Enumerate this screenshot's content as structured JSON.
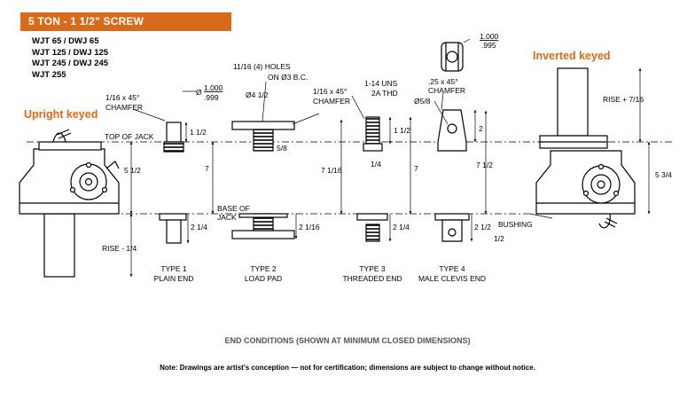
{
  "header": {
    "title": "5 TON - 1 1/2\" SCREW"
  },
  "models": [
    "WJT 65 / DWJ 65",
    "WJT 125 / DWJ 125",
    "WJT 245 / DWJ 245",
    "WJT 255"
  ],
  "labels": {
    "upright_keyed": "Upright keyed",
    "inverted_keyed": "Inverted keyed",
    "top_of_jack": "TOP OF JACK",
    "base_of_jack_1": "BASE OF",
    "base_of_jack_2": "JACK",
    "bushing": "BUSHING",
    "rise_minus": "RISE - 1/4",
    "rise_plus": "RISE + 7/16",
    "upright_height": "5 1/2",
    "inverted_height": "5 3/4"
  },
  "dims": {
    "shaft_dia_top": "1.000",
    "shaft_dia_bot": ".999",
    "chamfer_1a": "1/16 x 45°",
    "chamfer_1b": "CHAMFER",
    "holes_a": "11/16 (4) HOLES",
    "holes_b": "ON Ø3 B.C.",
    "pad_dia": "Ø4 1/2",
    "chamfer_2a": "1/16 x 45°",
    "chamfer_2b": "CHAMFER",
    "thread_a": "1-14 UNS",
    "thread_b": "2A THD",
    "clevis_slot_top": "1.000",
    "clevis_slot_bot": ".995",
    "chamfer_4a": ".25 x 45°",
    "chamfer_4b": "CHAMFER",
    "clevis_hole": "Ø5/8",
    "t1_len": "1 1/2",
    "t2_pad": "5/8",
    "t3_len": "1 1/2",
    "t3_gap": "1/4",
    "t4_len": "2",
    "h7_a": "7",
    "h7_b": "7 1/16",
    "h7_c": "7",
    "h7_d": "7 1/2",
    "t1_min": "2 1/4",
    "t2_min": "2 1/16",
    "t3_min": "2 1/4",
    "t4_min": "2 1/2",
    "t4_bush": "1/2"
  },
  "types": [
    {
      "title": "TYPE 1",
      "name": "PLAIN END"
    },
    {
      "title": "TYPE 2",
      "name": "LOAD PAD"
    },
    {
      "title": "TYPE 3",
      "name": "THREADED END"
    },
    {
      "title": "TYPE 4",
      "name": "MALE CLEVIS END"
    }
  ],
  "footer": {
    "caption": "END CONDITIONS (SHOWN AT MINIMUM CLOSED DIMENSIONS)",
    "note": "Note: Drawings are artist's conception — not for certification; dimensions are subject to change without notice."
  },
  "colors": {
    "accent": "#d86a1b",
    "line": "#000000"
  }
}
